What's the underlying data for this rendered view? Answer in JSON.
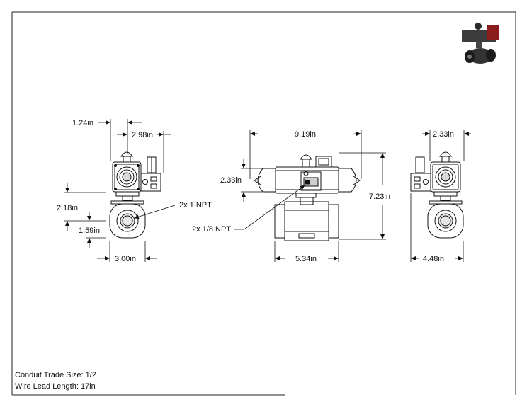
{
  "drawing": {
    "dimensions": {
      "left_width_top": "1.24in",
      "left_width_upper": "2.98in",
      "left_height_overall": "2.18in",
      "left_height_lower": "1.59in",
      "left_width_bottom": "3.00in",
      "front_width_top": "9.19in",
      "front_height_actuator": "2.33in",
      "front_height_overall": "7.23in",
      "front_width_bottom": "5.34in",
      "right_width_top": "2.33in",
      "right_width_bottom": "4.48in"
    },
    "callouts": {
      "npt_side": "2x 1 NPT",
      "npt_front": "2x 1/8 NPT"
    },
    "notes": {
      "conduit": "Conduit Trade Size: 1/2",
      "wire": "Wire Lead Length: 17in"
    }
  }
}
